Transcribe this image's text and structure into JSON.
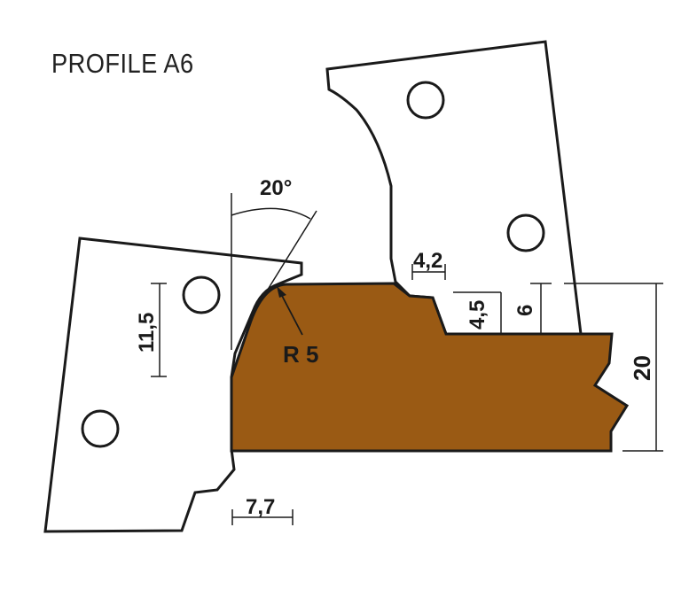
{
  "title": "PROFILE A6",
  "colors": {
    "workpiece": "#9a5a14",
    "outline": "#1a1a1a",
    "cutter_fill": "#ffffff"
  },
  "labels": {
    "angle": "20°",
    "radius": "R 5",
    "dim_11_5": "11,5",
    "dim_7_7": "7,7",
    "dim_4_2": "4,2",
    "dim_4_5": "4,5",
    "dim_6": "6",
    "dim_20": "20"
  }
}
